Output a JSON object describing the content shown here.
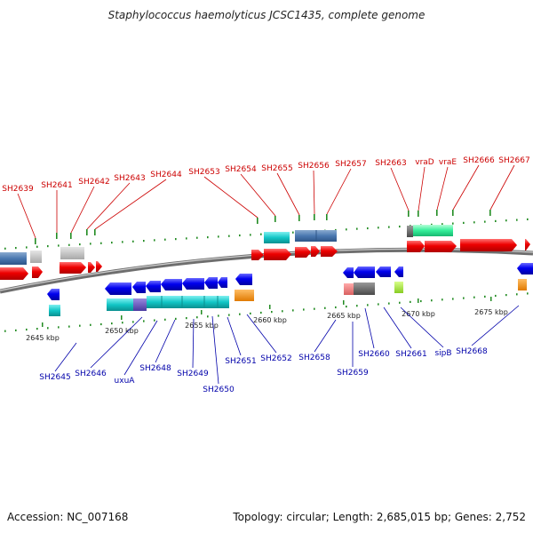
{
  "title": "Staphylococcus haemolyticus JCSC1435, complete genome",
  "footer": {
    "accession": "Accession: NC_007168",
    "summary": "Topology: circular; Length: 2,685,015 bp; Genes: 2,752"
  },
  "colors": {
    "top_label": "#cc0000",
    "bottom_label": "#0000aa",
    "backbone": "#777777",
    "tick": "#228b22",
    "forward_gene": "#ff0000",
    "reverse_gene": "#0000ff"
  },
  "ticks": [
    "2645 kbp",
    "2650 kbp",
    "2655 kbp",
    "2660 kbp",
    "2665 kbp",
    "2670 kbp",
    "2675 kbp"
  ],
  "top_labels": [
    "SH2639",
    "SH2641",
    "SH2642",
    "SH2643",
    "SH2644",
    "SH2653",
    "SH2654",
    "SH2655",
    "SH2656",
    "SH2657",
    "SH2663",
    "vraD",
    "vraE",
    "SH2666",
    "SH2667"
  ],
  "bottom_labels": [
    "SH2645",
    "SH2646",
    "uxuA",
    "SH2648",
    "SH2649",
    "SH2650",
    "SH2651",
    "SH2652",
    "SH2658",
    "SH2659",
    "SH2660",
    "SH2661",
    "sipB",
    "SH2668"
  ]
}
